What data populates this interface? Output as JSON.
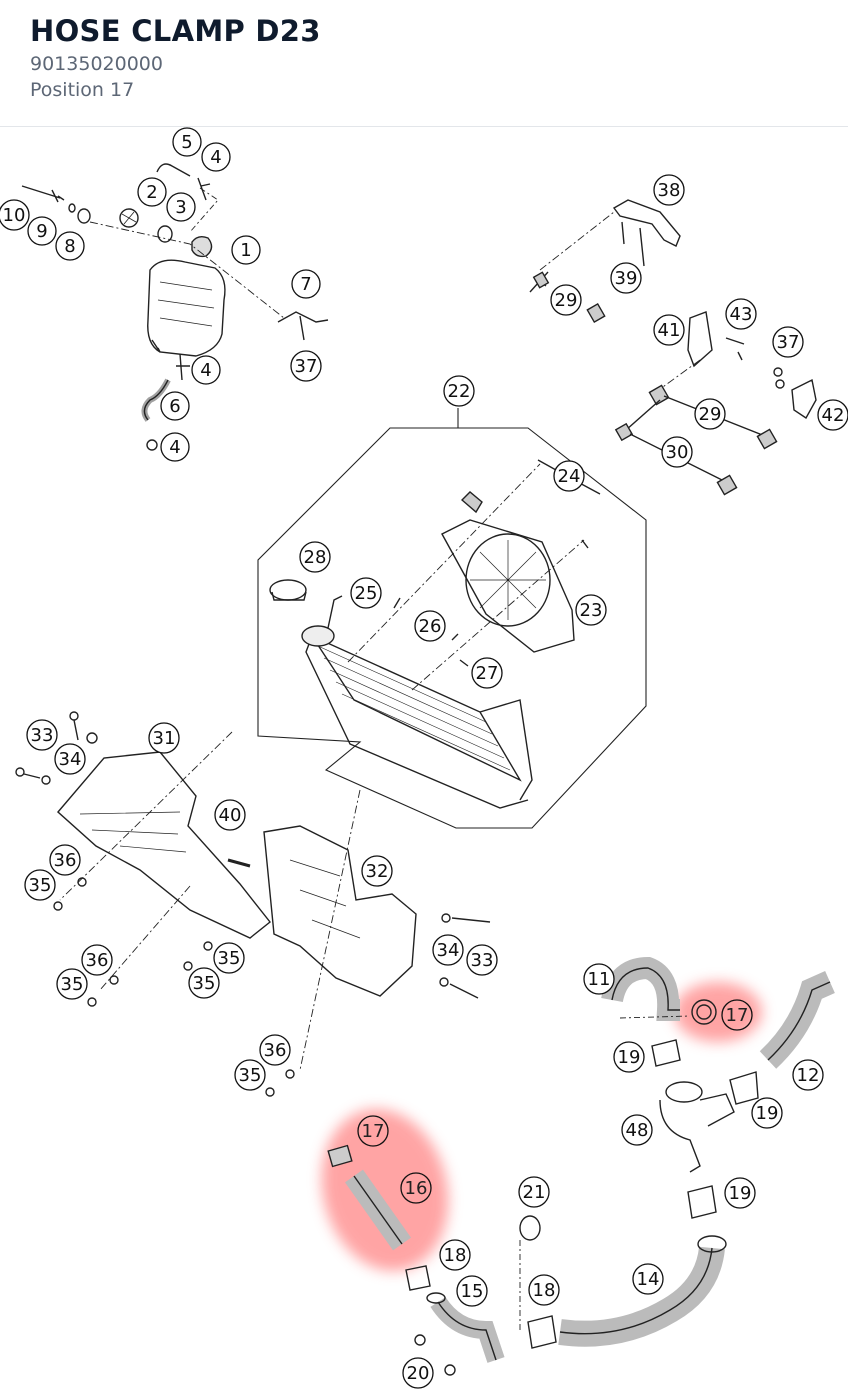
{
  "header": {
    "title": "HOSE CLAMP D23",
    "part_number": "90135020000",
    "position": "Position 17"
  },
  "highlight_color": "#ff5a5a",
  "callouts": [
    {
      "id": "c1",
      "label": "1"
    },
    {
      "id": "c2",
      "label": "2"
    },
    {
      "id": "c3",
      "label": "3"
    },
    {
      "id": "c4a",
      "label": "4"
    },
    {
      "id": "c4b",
      "label": "4"
    },
    {
      "id": "c4c",
      "label": "4"
    },
    {
      "id": "c5",
      "label": "5"
    },
    {
      "id": "c6",
      "label": "6"
    },
    {
      "id": "c7",
      "label": "7"
    },
    {
      "id": "c8",
      "label": "8"
    },
    {
      "id": "c9",
      "label": "9"
    },
    {
      "id": "c10",
      "label": "10"
    },
    {
      "id": "c37a",
      "label": "37"
    },
    {
      "id": "c38",
      "label": "38"
    },
    {
      "id": "c39",
      "label": "39"
    },
    {
      "id": "c29a",
      "label": "29"
    },
    {
      "id": "c41",
      "label": "41"
    },
    {
      "id": "c43",
      "label": "43"
    },
    {
      "id": "c37b",
      "label": "37"
    },
    {
      "id": "c29b",
      "label": "29"
    },
    {
      "id": "c42",
      "label": "42"
    },
    {
      "id": "c30",
      "label": "30"
    },
    {
      "id": "c22",
      "label": "22"
    },
    {
      "id": "c24",
      "label": "24"
    },
    {
      "id": "c28",
      "label": "28"
    },
    {
      "id": "c25",
      "label": "25"
    },
    {
      "id": "c23",
      "label": "23"
    },
    {
      "id": "c26",
      "label": "26"
    },
    {
      "id": "c27",
      "label": "27"
    },
    {
      "id": "c33a",
      "label": "33"
    },
    {
      "id": "c34a",
      "label": "34"
    },
    {
      "id": "c31",
      "label": "31"
    },
    {
      "id": "c40",
      "label": "40"
    },
    {
      "id": "c36a",
      "label": "36"
    },
    {
      "id": "c35a",
      "label": "35"
    },
    {
      "id": "c32",
      "label": "32"
    },
    {
      "id": "c34b",
      "label": "34"
    },
    {
      "id": "c33b",
      "label": "33"
    },
    {
      "id": "c36b",
      "label": "36"
    },
    {
      "id": "c35b",
      "label": "35"
    },
    {
      "id": "c35c",
      "label": "35"
    },
    {
      "id": "c35d",
      "label": "35"
    },
    {
      "id": "c36c",
      "label": "36"
    },
    {
      "id": "c35e",
      "label": "35"
    },
    {
      "id": "c11",
      "label": "11"
    },
    {
      "id": "c17a",
      "label": "17"
    },
    {
      "id": "c19a",
      "label": "19"
    },
    {
      "id": "c12",
      "label": "12"
    },
    {
      "id": "c48",
      "label": "48"
    },
    {
      "id": "c19b",
      "label": "19"
    },
    {
      "id": "c19c",
      "label": "19"
    },
    {
      "id": "c17b",
      "label": "17"
    },
    {
      "id": "c16",
      "label": "16"
    },
    {
      "id": "c21",
      "label": "21"
    },
    {
      "id": "c18a",
      "label": "18"
    },
    {
      "id": "c15",
      "label": "15"
    },
    {
      "id": "c18b",
      "label": "18"
    },
    {
      "id": "c14",
      "label": "14"
    },
    {
      "id": "c20",
      "label": "20"
    }
  ]
}
